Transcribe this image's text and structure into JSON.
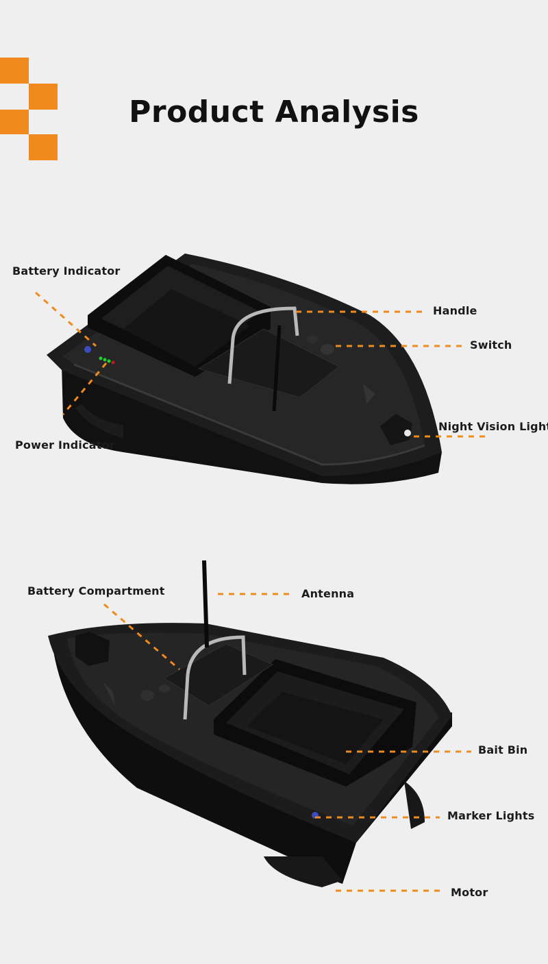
{
  "title": "Product Analysis",
  "accent_color": "#f08a1f",
  "top_view": {
    "labels": {
      "battery_indicator": "Battery Indicator",
      "handle": "Handle",
      "switch": "Switch",
      "power_indicator": "Power Indicator",
      "night_vision_light": "Night Vision Light"
    }
  },
  "bottom_view": {
    "labels": {
      "battery_compartment": "Battery Compartment",
      "antenna": "Antenna",
      "bait_bin": "Bait Bin",
      "marker_lights": "Marker Lights",
      "motor": "Motor"
    }
  }
}
